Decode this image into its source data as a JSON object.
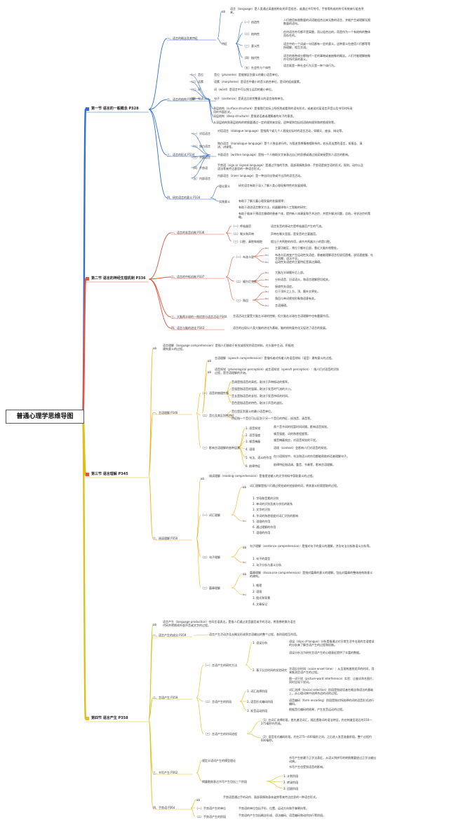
{
  "root": "普通心理学思维导图",
  "colors": {
    "s1": "#2f6fd6",
    "s2": "#e5533c",
    "s3": "#f0b21b",
    "s4": "#d9c21a"
  },
  "sections": [
    {
      "flag": "#2f6fd6",
      "title": "第一节 语言的一般概念 P328"
    },
    {
      "flag": "#e5533c",
      "title": "第二节 语言的神经生理机制 P336"
    },
    {
      "flag": "#e5533c",
      "title": "第三节 语言理解 P345"
    },
    {
      "flag": "#e5c21a",
      "title": "第四节 语言产生 P358"
    }
  ],
  "s1": {
    "b1": "一、语言的概念及其特征",
    "b1_def": "语言（language）是人类通过高度结构化的声音组合，或通过书写符号、手势等构成的符号系统来行组合序来。",
    "b1_feat": "特征",
    "feat": [
      {
        "k": "（一）创造性",
        "v": "人们使用有限数量的词语能组合出来无数的语言，并能产生或理解无限数量的语句。"
      },
      {
        "k": "（二）结构性",
        "v": "任何语言符号都不是离散，而以组合出的，而是作为一个有结构的整体而存在的。"
      },
      {
        "k": "（三）意义性",
        "v": "语言中的一个词或一句话都有一定的意义，这种意义在使用人们都等等所理解，相互交流。"
      },
      {
        "k": "（四）指代性",
        "v": "语言的各种成分都指代一定的事物或者抽象的概念。人们才能理解抽象符号所代表的意义。"
      },
      {
        "k": "（五）社会性与个体性",
        "v": "语言既是一种社会行为又是一种个体行为。"
      }
    ],
    "b2": "二、语言的结构 P328",
    "struct": [
      {
        "k": "（一）音位",
        "v": "音位（phoneme）是能够区别意义的最小语音单位。"
      },
      {
        "k": "（二）语素",
        "v": "语素（morpheme）是语言中最小的音义结合单位，是词的组成要素。"
      },
      {
        "k": "（三）词",
        "v": "词（word）是语言中可以独立运用的最小单位。"
      },
      {
        "k": "（四）句子",
        "v": "句子（sentence）是表达比较完整意义的语言结构单位。"
      }
    ],
    "sent": [
      "表层结构（surface structure）是指我们实际上所听到或看到的语句形式，或者说对某语言声音以及书写时所采用的书面形式。",
      "深层结构（deep structure）是指说话者或理解者的句子的意思。",
      "从深层结构到表层结构的转换要通过一定的规则来实现，这种规则包括短语结构规则和转换规则等。"
    ],
    "b3": "三、语言的形式 P334",
    "forms": [
      {
        "k": "（一）对话语言",
        "v": "对话语言（dialogue language）是指两个或几个人直接交际时的语言活动，如聊天、座谈、辩论等。"
      },
      {
        "k": "（二）独白语言",
        "v": "独白语言（monologue language）是个人独自进行的，与叙述思想情感相联系的，较长而连贯的语言，如报告、演讲、讲课等。"
      },
      {
        "k": "（三）书面语言",
        "v": "书面语言（written language）是指一个人借助文字来表达自己的思想或通过阅读来接受别人语言的影响。"
      },
      {
        "k": "（四）手势语",
        "v": "手势语（sign or signed language）是通过手指的手势、面部表情和身体...手势语是按言语的形式、规则，动作以及语法等来传达意思的一种语言形式。"
      },
      {
        "k": "（五）内部语言",
        "v": "内部语言（inner language）是一种自问自答或不出声的语言活动。"
      }
    ],
    "b4": "四、研究语言的意义 P334",
    "meaning": [
      {
        "k": "理论意义",
        "v": "研究语言有助于深入了解人类心理现象特性的发展规律。"
      },
      {
        "k": "实践意义",
        "v": "有助于了解儿童心理发展的发展规律；"
      },
      {
        "k": "",
        "v": "有助于改进语言教学方法，机器翻译和人工智能的研究；"
      },
      {
        "k": "",
        "v": "有助于临床干预语言障碍的患者个体，提供新人体康复和手术治疗，并提升解决问题，总结，寻求治疗的策略。"
      }
    ]
  },
  "s2": {
    "b1": "一、语言的发音机制 P336",
    "pron": [
      {
        "k": "（一）呼吸器官",
        "v": "语言发音的原动力是呼吸器官产生的气流。"
      },
      {
        "k": "（二）喉头和声带",
        "v": "声带在喉头里面，是发音的主要器官。"
      },
      {
        "k": "（三）口腔、鼻腔和咽腔",
        "v": "相当于共鸣腔的作用，调节共鸣器大小的是口腔。"
      }
    ],
    "b2": "二、语言的中枢机制 P337",
    "central": [
      {
        "k": "（一）布洛卡区",
        "items": [
          "主要功能区，常位于额叶后部，靠近大脑外侧裂处。",
          "布洛卡区病变产生运动性失语症，患者能理解语言但说话困难，说话速度慢，吐字含糊，语法不全。",
          "运动性失语症的主要特征是表达障碍。"
        ]
      },
      {
        "k": "（二）威尔尼克区",
        "items": [
          "大脑左半球颞叶后上部。",
          "分析语音、识读语义，和语言理解密切相关。",
          "接收性失语症。"
        ]
      },
      {
        "k": "（三）角回",
        "items": [
          "位于顶叶之上方，顶、颞叶交界处。",
          "角回与单词视觉形象和语意有关。",
          "言语障碍。"
        ]
      }
    ],
    "b3": "三、大脑两半球的一侧优势与语言活动 P340",
    "b3v": "言语活动主要受大脑左半球的控制，但大脑右半球在言语理解中也有重要作用。",
    "b4": "四、语言与脑的进化 P343",
    "b4v": "语言的出现以人类大脑的进化为基础，脑的结构复杂化又促进了语言的发展。"
  },
  "s3": {
    "def": "语言理解（language comprehension）是指人们借助于听觉或视觉的语言材料，在头脑中主动、积极地建构意义的过程。",
    "b1": "一、言语理解 P346",
    "speech": [
      "言语理解（speech comprehension）是指听者对所输入的语音材料（语音）建构意义的过程。",
      "语音知觉（phonological perception）或言语知觉（speech perception）：指人们对语音的识别过程，是言语理解的开始。"
    ],
    "phys": {
      "k": "（一）语音的物理性质",
      "items": [
        "音调是指语音的高低，取决于声带振动的频率。",
        "音强是指语音的强弱，取决于发音时气流的大小。",
        "音长是指语音的长短，取决于发音持续的时间。",
        "音色是指语音的特色，取决于声音的波形。"
      ]
    },
    "feat": {
      "k": "（二）音位及其区别性特征",
      "items": [
        "音位是区别意义的最小语音单位。",
        "特征指一个音位可以区别于另一个音位的特征，如浊音、清音等。"
      ]
    },
    "factors": {
      "k": "（三）影响言语理解的各种因素",
      "items": [
        {
          "k": "1. 语音知觉",
          "v": "两个音节间的短暂时间间隔，影响语音知觉。"
        },
        {
          "k": "2. 语音强度",
          "v": "噪音强度、词的熟悉程度等。"
        },
        {
          "k": "3. 噪音掩蔽",
          "v": "噪音掩蔽效应，对语音知觉的干扰。"
        },
        {
          "k": "4. 语境",
          "v": "语境（context）会影响人们对语音的知觉。"
        },
        {
          "k": "5. 句法、语义的作用",
          "v": "在口语知觉中，句法和语义的作用都能帮助听话者理解句子。"
        },
        {
          "k": "6. 韵律特征",
          "v": "韵律特征指语调、重音、节奏等，影响言语理解。"
        }
      ]
    },
    "b2": "二、阅读理解 P350",
    "reading_def": "阅读理解（reading comprehension）是指视觉输入的文字材料中获取意义的过程。",
    "word": {
      "k": "（一）词汇理解",
      "desc": "词汇理解是指人们通过视觉或听觉接收的词，将其意义检索提取的过程。",
      "items": [
        "1. 字母和音素的识别",
        "2. 单词的识别及其与字形的联系",
        "3. 文字的识别",
        "4. 字词的熟悉程度对词汇识别的影响",
        "5. 语境的作用",
        "6. 通过理解的作用",
        "7. 语境的作用"
      ]
    },
    "sentence": {
      "k": "（二）句子理解",
      "desc": "句子理解（sentence comprehension）是指对句子的意义的理解，涉及句法分析和语义分析等。",
      "items": [
        "1. 句子的类型",
        "2. 句子分析与意义分析"
      ]
    },
    "discourse": {
      "k": "（三）篇章理解",
      "desc": "篇章理解（discourse comprehension）是指对篇章的意义的理解，包括对篇章的整体结构和意义的建构。",
      "items": [
        "1. 推理",
        "2. 语境",
        "3. 图式和背景",
        "4. 文章标记"
      ]
    }
  },
  "s4": {
    "def": "语言产生（language production）也叫言语表达，是指人们通过发音器官或手的活动，将思想转换为语言代码并转换成外部声音或文字的过程。",
    "b1": "一、语言产生的成分 P359",
    "b1v": "语言产生活动涉及从概念形成到言语输出的整个过程，各阶段相互作用。",
    "b2": "二、言语产生 P359",
    "research": {
      "k": "（一）言语产生的研究方法",
      "items": [
        {
          "k": "1. 语误分析",
          "v": "语误（slips of tongue）分析是指通过对日常生活中出现的言语错误的分析来了解言语产生的过程和机制。"
        },
        {
          "k": "",
          "v": "语误分析法为研究言语产生的心理表征提供了丰富的数据。"
        },
        {
          "k": "2. 基于反应时间的实验研究",
          "v": "言语反应时间（voice onset time）：从呈现刺激到发声的时间，用来推测言语产生的过程。"
        },
        {
          "k": "",
          "v": "图—词干扰（picture-word interference）实验：让被试命名图片，同时呈现干扰词。"
        }
      ]
    },
    "stages": {
      "k": "（二）言语产生的阶段",
      "items": [
        {
          "k": "1. 词汇选择阶段",
          "v": "词汇选择（lexical selection）阶段是指说话者在概念和语法的基础上，从心理词典中选择合适的词的过程。"
        },
        {
          "k": "2. 语音形式编码阶段",
          "v": "语音编码（form encoding）阶段是指对所选择的词的语音形式进行编码。"
        },
        {
          "k": "3. 发音运动阶段",
          "v": "根据音位编码的结果，产生发音运动的过程。"
        }
      ]
    },
    "timing": {
      "k": "（三）言语产生的时间进程",
      "items": [
        "（1）在词汇选择阶段，首先激活词汇，随后提取词的语法特征，约在刺激呈现后的150—275毫秒内完成。",
        "（2）语音形式编码阶段，约在275—400毫秒之间，之后进入发音准备阶段，整个过程约600毫秒。"
      ]
    },
    "b3": "三、书写产生 P362",
    "writing": [
      {
        "k": "规定义语词产生的模型理论",
        "v": "书写产生依赖于正字法表征，从语义到拼写的转换需要经过正字法输出词典。"
      },
      {
        "k": "",
        "v": "书写产生也受到语音的影响。"
      },
      {
        "k": "揭露歌剧表达书写产生包括三个阶段",
        "v": "1. 计划阶段"
      },
      {
        "k": "",
        "v": "2. 转录阶段"
      },
      {
        "k": "",
        "v": "3. 回顾阶段"
      }
    ],
    "b4": "四、手势语 P364",
    "sign": [
      {
        "k": "",
        "v": "手势语是通过手的动作、面部表情和身体姿势等来传达信息的一种语言形式。"
      },
      {
        "k": "（一）手势语产生的单位",
        "v": "手势语的单位包括手形、位置、运动方向和手掌朝向等。"
      },
      {
        "k": "（二）手势语产生的阶段",
        "v": "手势语的产生包括概念形成、语法编码、语音编码和动作执行等阶段。"
      }
    ]
  }
}
